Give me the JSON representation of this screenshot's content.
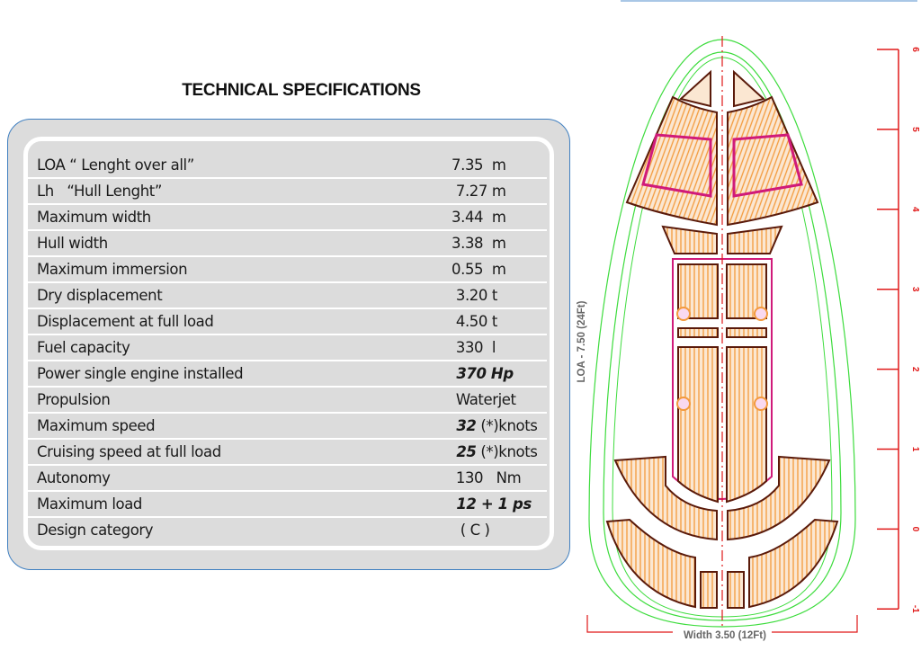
{
  "title": "TECHNICAL SPECIFICATIONS",
  "specs": [
    {
      "label": "LOA “ Lenght over all”",
      "value": "7.35  m",
      "bold": ""
    },
    {
      "label": "Lh   “Hull Lenght”",
      "value": " 7.27 m",
      "bold": ""
    },
    {
      "label": "Maximum width",
      "value": "3.44  m",
      "bold": ""
    },
    {
      "label": "Hull width",
      "value": "3.38  m",
      "bold": ""
    },
    {
      "label": "Maximum immersion",
      "value": "0.55  m",
      "bold": ""
    },
    {
      "label": "Dry displacement",
      "value": " 3.20 t",
      "bold": ""
    },
    {
      "label": "Displacement at full load",
      "value": " 4.50 t",
      "bold": ""
    },
    {
      "label": "Fuel capacity",
      "value": " 330  l",
      "bold": ""
    },
    {
      "label": "Power single engine installed",
      "value": "",
      "bold": " 370 Hp"
    },
    {
      "label": "Propulsion",
      "value": " Waterjet",
      "bold": ""
    },
    {
      "label": "Maximum speed",
      "value": " (*)knots",
      "bold": " 32"
    },
    {
      "label": "Cruising speed at full load",
      "value": " (*)knots",
      "bold": " 25"
    },
    {
      "label": "Autonomy",
      "value": " 130   Nm",
      "bold": ""
    },
    {
      "label": "Maximum load",
      "value": "",
      "bold": " 12 + 1 ps"
    },
    {
      "label": "Design category",
      "value": "  ( C )",
      "bold": ""
    }
  ],
  "drawing": {
    "loa_label": "LOA - 7.50 (24Ft)",
    "width_label": "Width 3.50 (12Ft)",
    "scale_ticks": [
      "6",
      "5",
      "4",
      "3",
      "2",
      "1",
      "0",
      "-1"
    ],
    "colors": {
      "hull": "#3ddc3d",
      "deck": "#f39a3c",
      "outline": "#5a1a0a",
      "accent": "#d01a7a",
      "scale": "#e01818"
    }
  }
}
